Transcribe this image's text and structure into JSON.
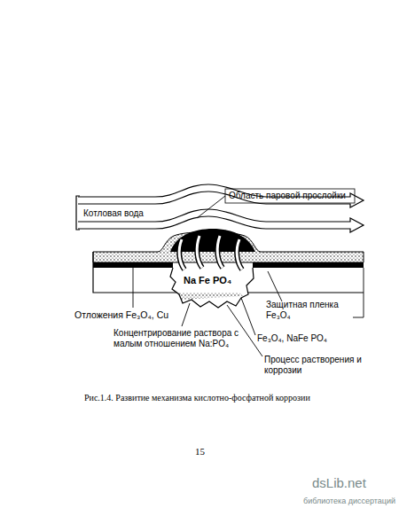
{
  "diagram": {
    "caption": "Рис.1.4. Развитие механизма кислотно-фосфатной коррозии",
    "labels": [
      "Область паровой прослойки",
      "Котловая вода",
      "Na Fe PO₄",
      "Отложения Fe₃O₄, Cu",
      "Защитная пленка Fe₃O₄",
      "Fe₃O₄, NaFe PO₄",
      "Концентрирование раствора с малым отношением Na:PO₄",
      "Процесс растворения и коррозии",
      "15",
      "dsLib.net",
      "библиотека диссертаций"
    ]
  }
}
